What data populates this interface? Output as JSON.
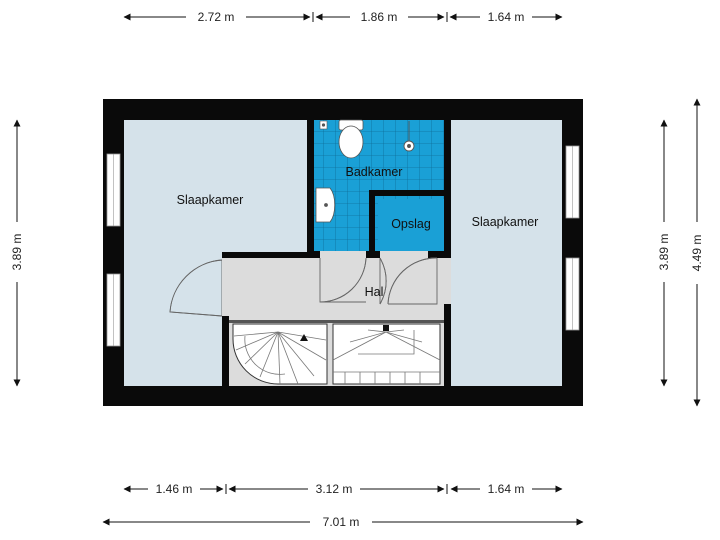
{
  "rooms": {
    "left_bedroom": "Slaapkamer",
    "right_bedroom": "Slaapkamer",
    "bathroom": "Badkamer",
    "storage": "Opslag",
    "hall": "Hal"
  },
  "dimensions": {
    "top": [
      "2.72 m",
      "1.86 m",
      "1.64 m"
    ],
    "bottom": [
      "1.46 m",
      "3.12 m",
      "1.64 m"
    ],
    "overall_width": "7.01 m",
    "left_height": "3.89 m",
    "right_inner_height": "3.89 m",
    "right_outer_height": "4.49 m"
  },
  "colors": {
    "wall": "#0a0a0a",
    "bedroom_floor": "#d5e2ea",
    "hall_floor": "#dcdcdc",
    "bathroom_tile": "#1aa0d6",
    "window": "#ffffff"
  }
}
